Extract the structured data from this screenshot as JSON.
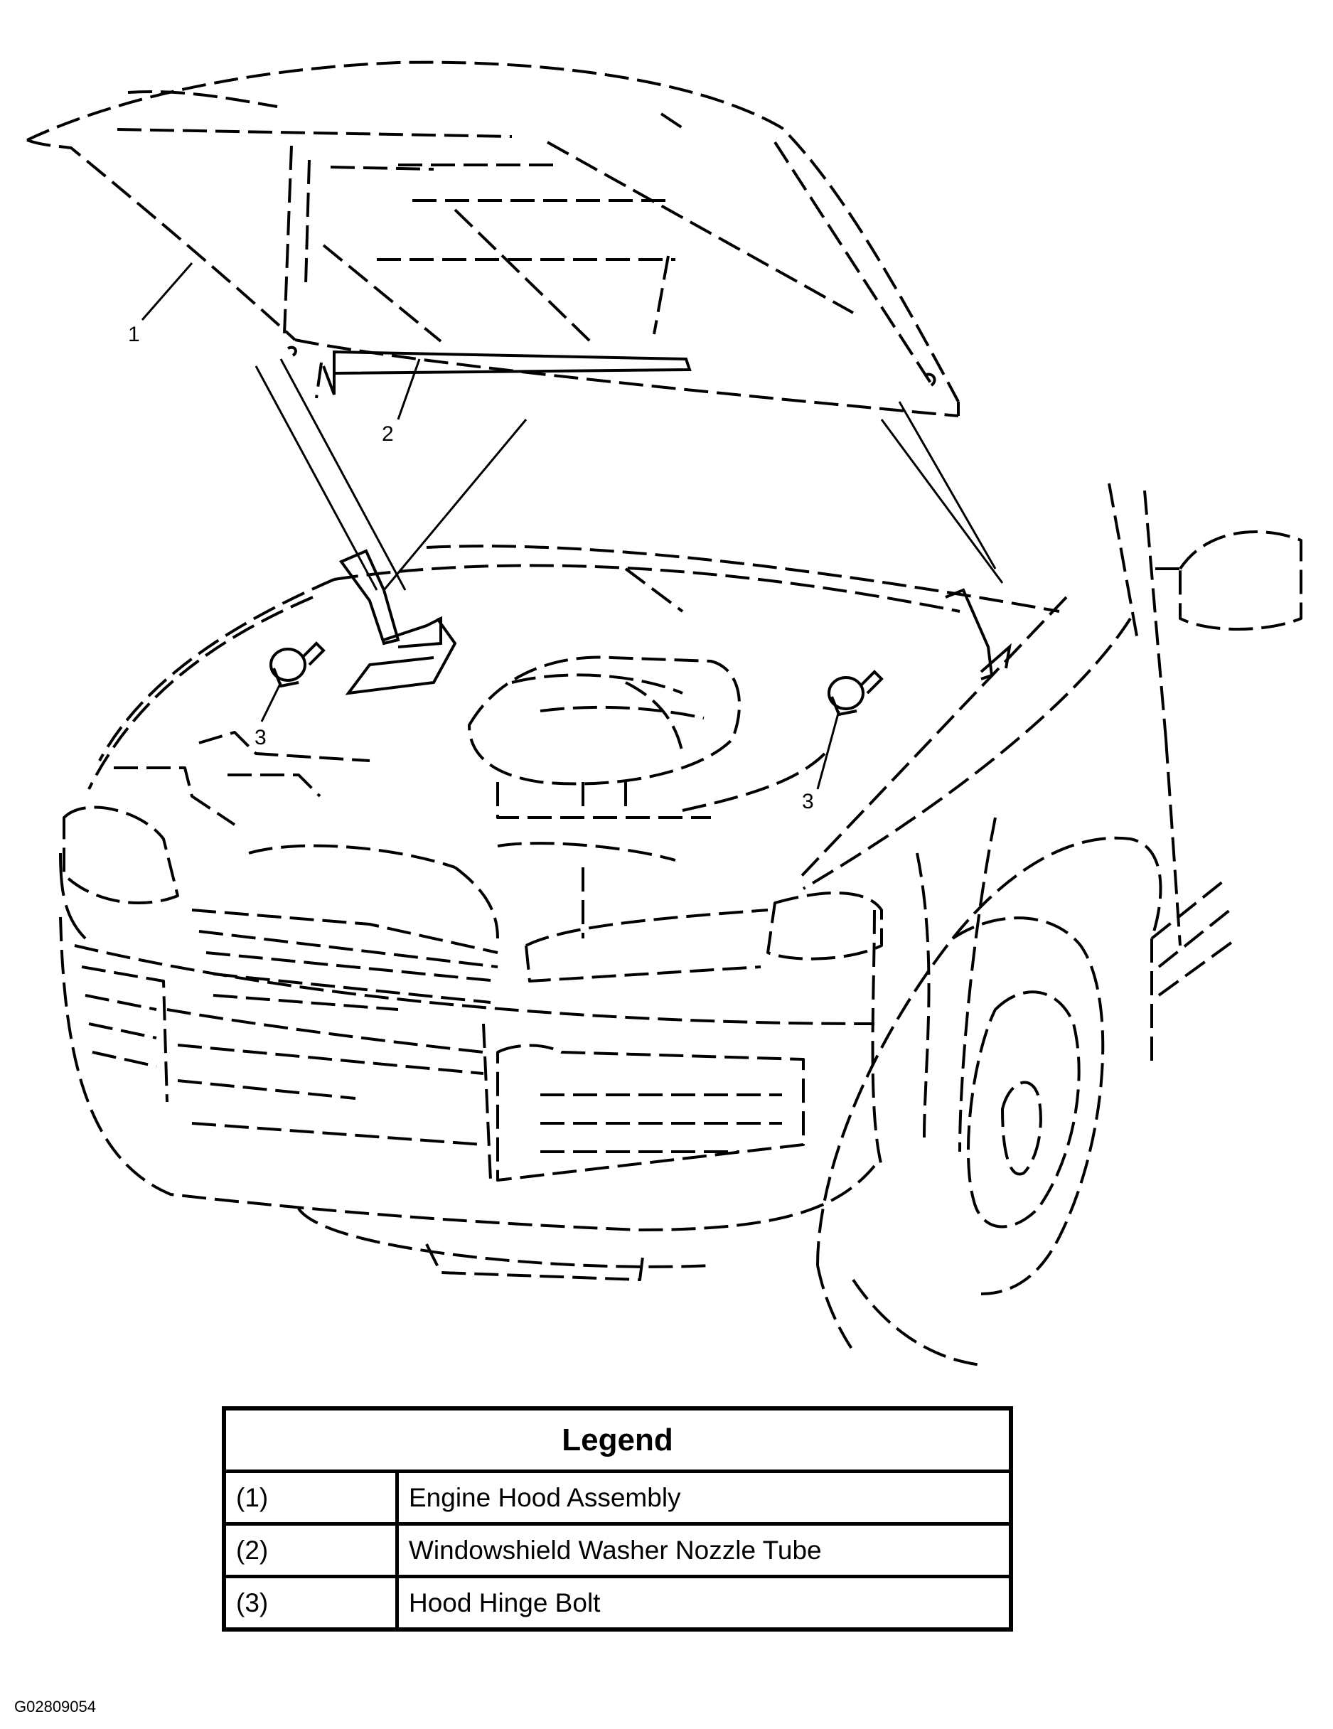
{
  "diagram": {
    "callouts": [
      "1",
      "2",
      "3",
      "3"
    ]
  },
  "legend": {
    "title": "Legend",
    "rows": [
      {
        "num": "(1)",
        "label": "Engine Hood Assembly"
      },
      {
        "num": "(2)",
        "label": "Windowshield Washer Nozzle Tube"
      },
      {
        "num": "(3)",
        "label": "Hood Hinge Bolt"
      }
    ]
  },
  "figure_id": "G02809054"
}
